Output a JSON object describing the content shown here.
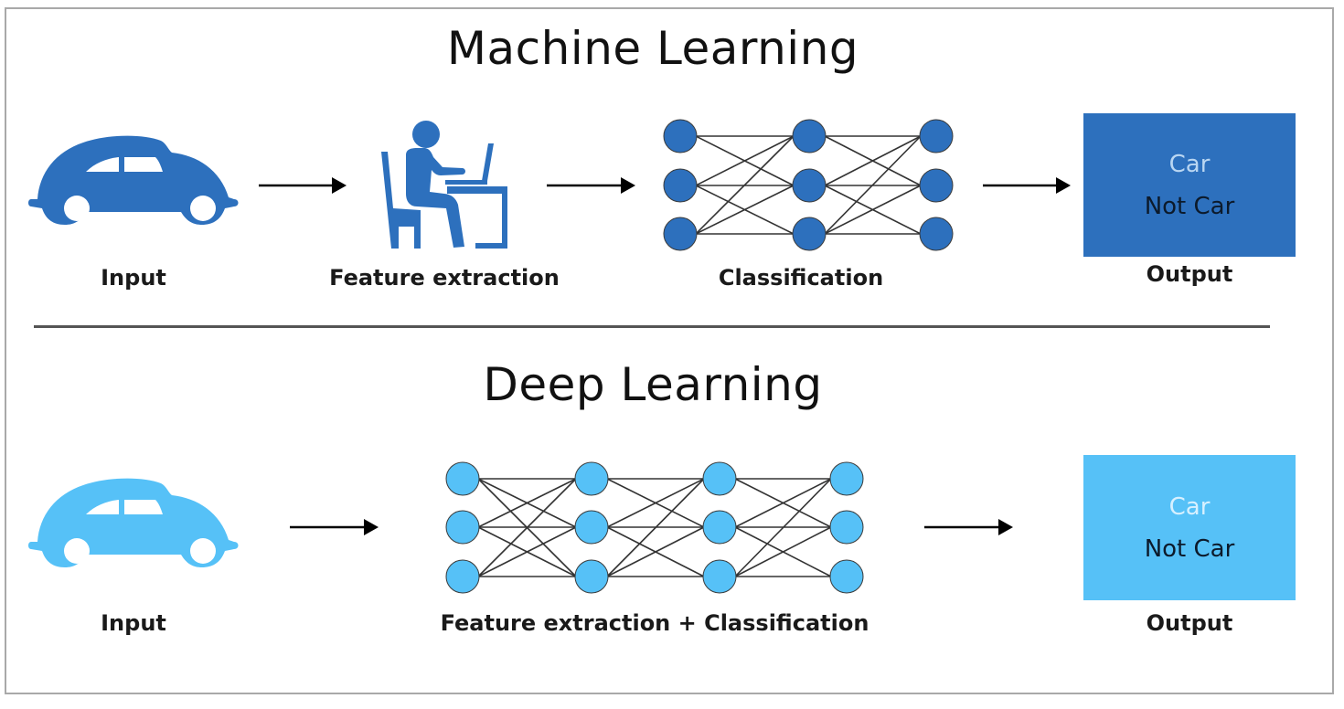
{
  "colors": {
    "ml_accent": "#2d70bd",
    "dl_accent": "#56c1f7",
    "edge": "#333333",
    "arrow": "#000000",
    "node_stroke": "#3a3a3a"
  },
  "ml": {
    "title": "Machine Learning",
    "stages": [
      {
        "icon": "car-icon",
        "label": "Input"
      },
      {
        "icon": "person-at-desk-icon",
        "label": "Feature extraction"
      },
      {
        "icon": "neural-network-icon",
        "label": "Classification"
      },
      {
        "icon": "output-box",
        "label": "Output"
      }
    ],
    "output": {
      "options": [
        "Car",
        "Not Car"
      ]
    },
    "network": {
      "layers": [
        3,
        3,
        3
      ],
      "connectivity": "all except top-to-bottom"
    }
  },
  "dl": {
    "title": "Deep Learning",
    "stages": [
      {
        "icon": "car-icon",
        "label": "Input"
      },
      {
        "icon": "neural-network-icon",
        "label": "Feature extraction + Classification"
      },
      {
        "icon": "output-box",
        "label": "Output"
      }
    ],
    "output": {
      "options": [
        "Car",
        "Not Car"
      ]
    },
    "network": {
      "layers": [
        3,
        3,
        3,
        3
      ],
      "connectivity": "first layer full, others all except top-to-bottom"
    }
  }
}
